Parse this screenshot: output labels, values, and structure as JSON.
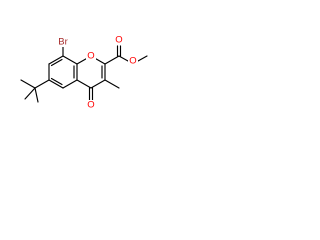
{
  "molecule": {
    "atoms": {
      "br": {
        "label": "Br",
        "color": "#a52a2a"
      },
      "o_ring": {
        "label": "O",
        "color": "#ff0000"
      },
      "o_carbonyl": {
        "label": "O",
        "color": "#ff0000"
      },
      "o_ester_carbonyl": {
        "label": "O",
        "color": "#ff0000"
      },
      "o_ester": {
        "label": "O",
        "color": "#ff0000"
      }
    },
    "bond_color": "#000000",
    "background": "#ffffff"
  }
}
